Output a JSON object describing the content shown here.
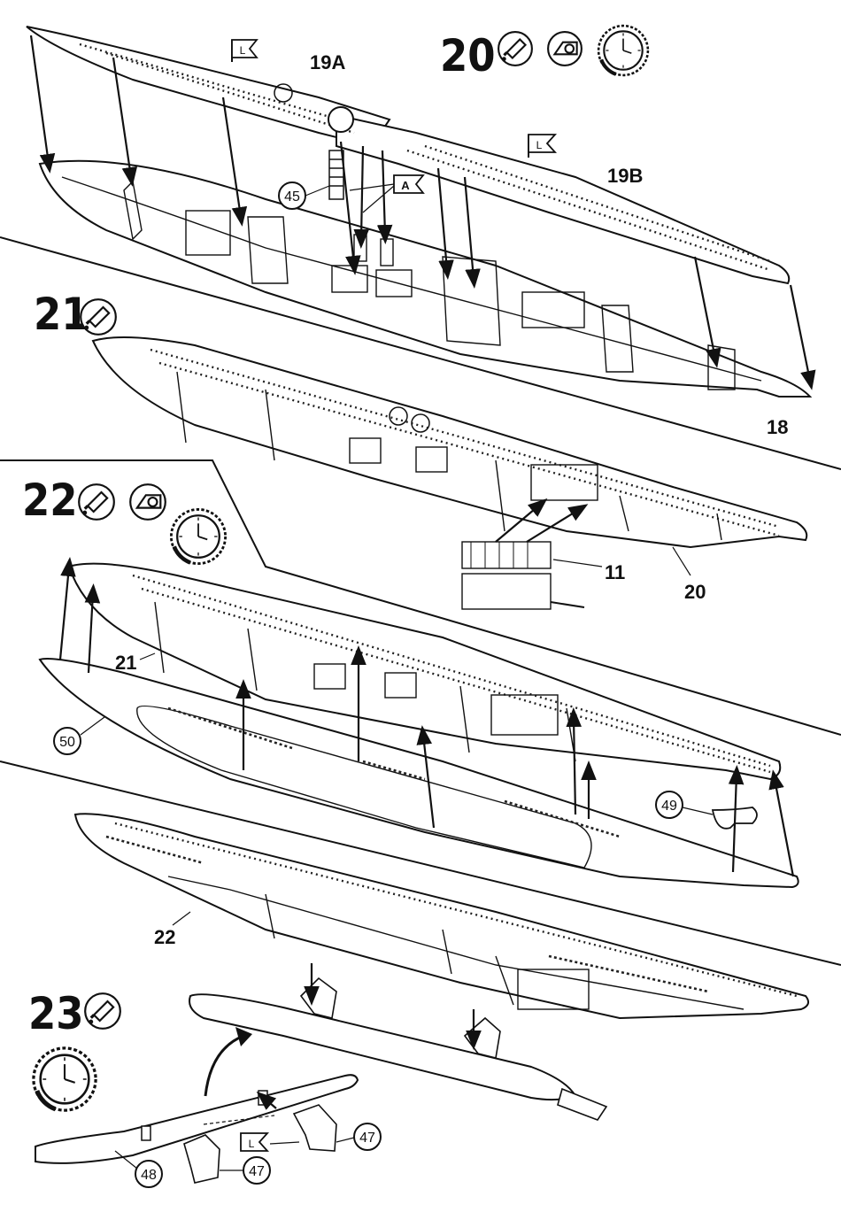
{
  "steps": [
    {
      "number": "20",
      "icons": [
        "glue-tube-icon",
        "tape-icon",
        "clock-icon"
      ]
    },
    {
      "number": "21",
      "icons": [
        "glue-tube-icon"
      ]
    },
    {
      "number": "22",
      "icons": [
        "glue-tube-icon",
        "tape-icon",
        "clock-icon"
      ]
    },
    {
      "number": "23",
      "icons": [
        "glue-tube-icon",
        "clock-icon"
      ]
    }
  ],
  "part_labels": {
    "p19a": "19A",
    "p19b": "19B",
    "p18": "18",
    "p11": "11",
    "p20": "20",
    "p21": "21",
    "p22": "22"
  },
  "circled_labels": {
    "c45": "45",
    "c50": "50",
    "c49": "49",
    "c47a": "47",
    "c47b": "47",
    "c48": "48"
  },
  "flag_labels": {
    "left_flag": "L",
    "a_flag": "A"
  }
}
